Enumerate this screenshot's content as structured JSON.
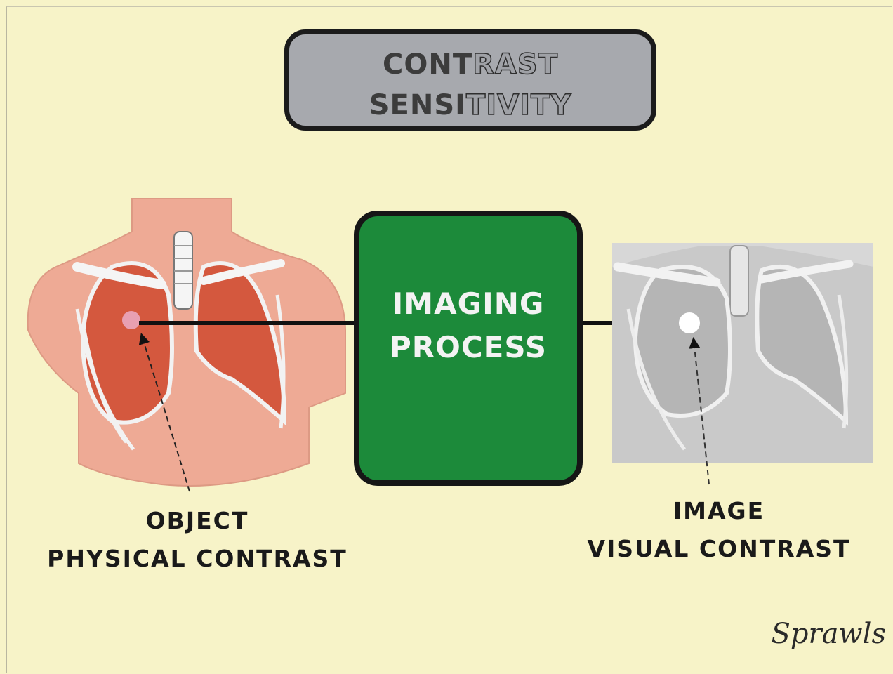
{
  "title": {
    "line1_dark": "CONT",
    "line1_light": "RAST",
    "line2_dark": "SENSI",
    "line2_light": "TIVITY"
  },
  "process": {
    "line1": "IMAGING",
    "line2": "PROCESS"
  },
  "object_caption": {
    "line1": "OBJECT",
    "line2": "PHYSICAL CONTRAST"
  },
  "image_caption": {
    "line1": "IMAGE",
    "line2": "VISUAL CONTRAST"
  },
  "signature": "Sprawls",
  "colors": {
    "background": "#f7f3c8",
    "title_box": "#a7a9ae",
    "process_box": "#1c8a3a",
    "skin": "#eeaa95",
    "lung": "#d4583e",
    "image_gray": "#c9c9c9"
  },
  "icons": [
    "chest-anatomy-illustration",
    "chest-xray-image",
    "arrow-right-icon"
  ]
}
